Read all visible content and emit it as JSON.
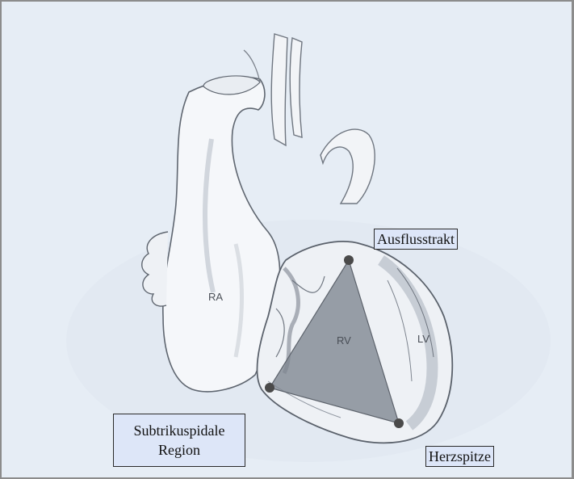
{
  "labels": {
    "ausflusstrakt": "Ausflusstrakt",
    "herzspitze": "Herzspitze",
    "subtrikuspidale_line1": "Subtrikuspidale",
    "subtrikuspidale_line2": "Region"
  },
  "chambers": {
    "ra": "RA",
    "rv": "RV",
    "lv": "LV"
  },
  "colors": {
    "background": "#e6edf5",
    "label_fill": "#dde6f8",
    "triangle": "#7e8590",
    "marker": "#4a4a4a"
  }
}
